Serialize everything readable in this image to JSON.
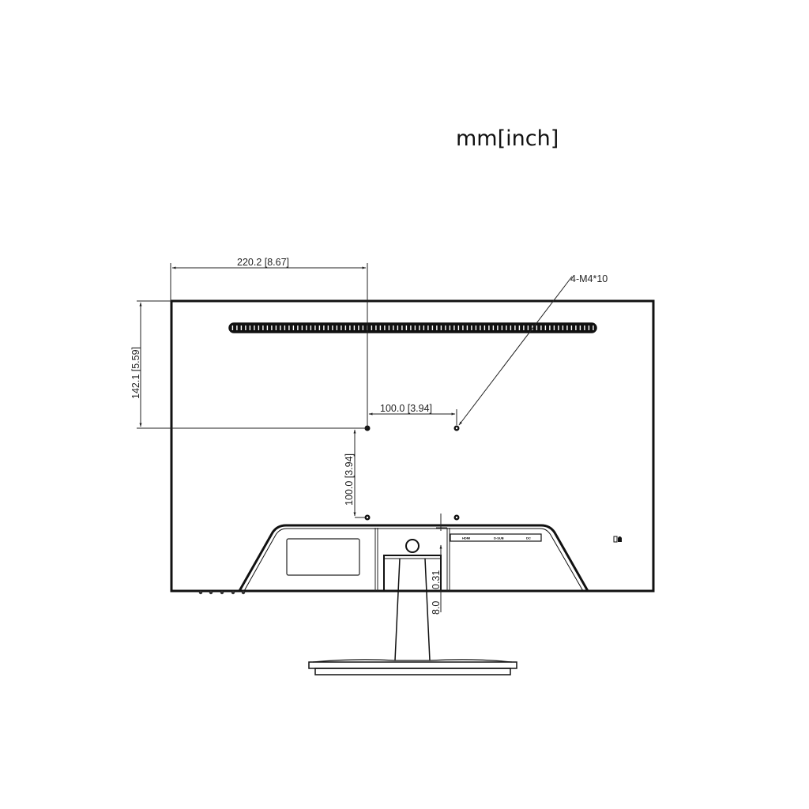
{
  "drawing": {
    "units_label": "mm[inch]",
    "view": "rear view of monitor with stand",
    "dimensions": {
      "overall_offset_horizontal": "220.2 [8.67]",
      "overall_offset_vertical": "142.1 [5.59]",
      "vesa_horizontal": "100.0 [3.94]",
      "vesa_vertical": "100.0 [3.94]",
      "stand_gap_mm": "8.0",
      "stand_gap_inch": "0.31"
    },
    "callouts": {
      "screw_spec": "4-M4*10"
    },
    "port_labels": [
      "HDMI",
      "D-SUB",
      "DC"
    ],
    "colors": {
      "line": "#111111",
      "background": "#ffffff"
    }
  }
}
